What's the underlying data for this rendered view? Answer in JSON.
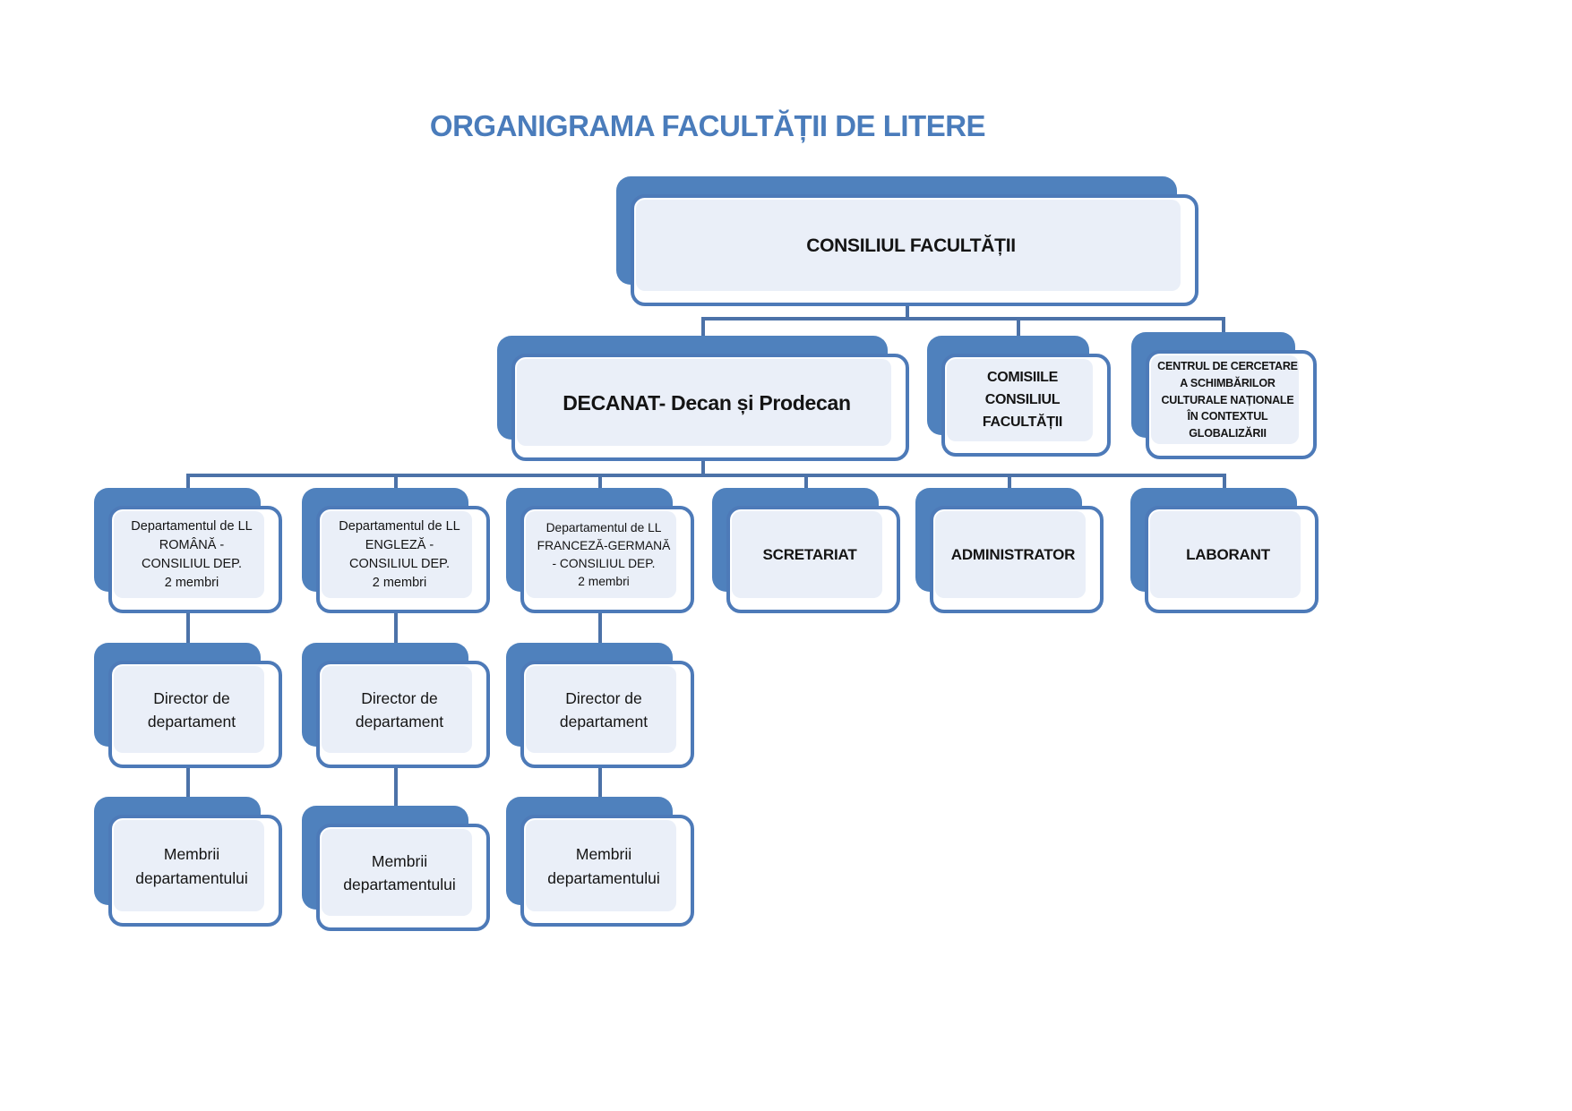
{
  "title": "ORGANIGRAMA FACULTĂȚII DE LITERE",
  "colors": {
    "title_blue": "#4a7cbb",
    "card_back_blue": "#4f81bd",
    "card_border_blue": "#4d7ab8",
    "card_fill_light": "#eaeff8",
    "connector_blue": "#4c72a8",
    "text_black": "#141414",
    "background": "#ffffff"
  },
  "nodes": {
    "consiliul": {
      "label": "CONSILIUL FACULTĂȚII"
    },
    "decanat": {
      "label": "DECANAT- Decan și Prodecan"
    },
    "comisiile": {
      "label": "COMISIILE\nCONSILIUL\nFACULTĂȚII"
    },
    "centrul": {
      "label": "CENTRUL DE CERCETARE\nA SCHIMBĂRILOR\nCULTURALE NAȚIONALE\nÎN CONTEXTUL\nGLOBALIZĂRII"
    },
    "dept_romana": {
      "label": "Departamentul de LL\nROMÂNĂ -\nCONSILIUL DEP.\n2 membri"
    },
    "dept_engleza": {
      "label": "Departamentul de LL\nENGLEZĂ -\nCONSILIUL DEP.\n2 membri"
    },
    "dept_franceza": {
      "label": "Departamentul de LL\nFRANCEZĂ-GERMANĂ\n- CONSILIUL DEP.\n2 membri"
    },
    "secretariat": {
      "label": "SCRETARIAT"
    },
    "administrator": {
      "label": "ADMINISTRATOR"
    },
    "laborant": {
      "label": "LABORANT"
    },
    "director1": {
      "label": "Director de\ndepartament"
    },
    "director2": {
      "label": "Director de\ndepartament"
    },
    "director3": {
      "label": "Director de\ndepartament"
    },
    "membrii1": {
      "label": "Membrii\ndepartamentului"
    },
    "membrii2": {
      "label": "Membrii\ndepartamentului"
    },
    "membrii3": {
      "label": "Membrii\ndepartamentului"
    }
  }
}
